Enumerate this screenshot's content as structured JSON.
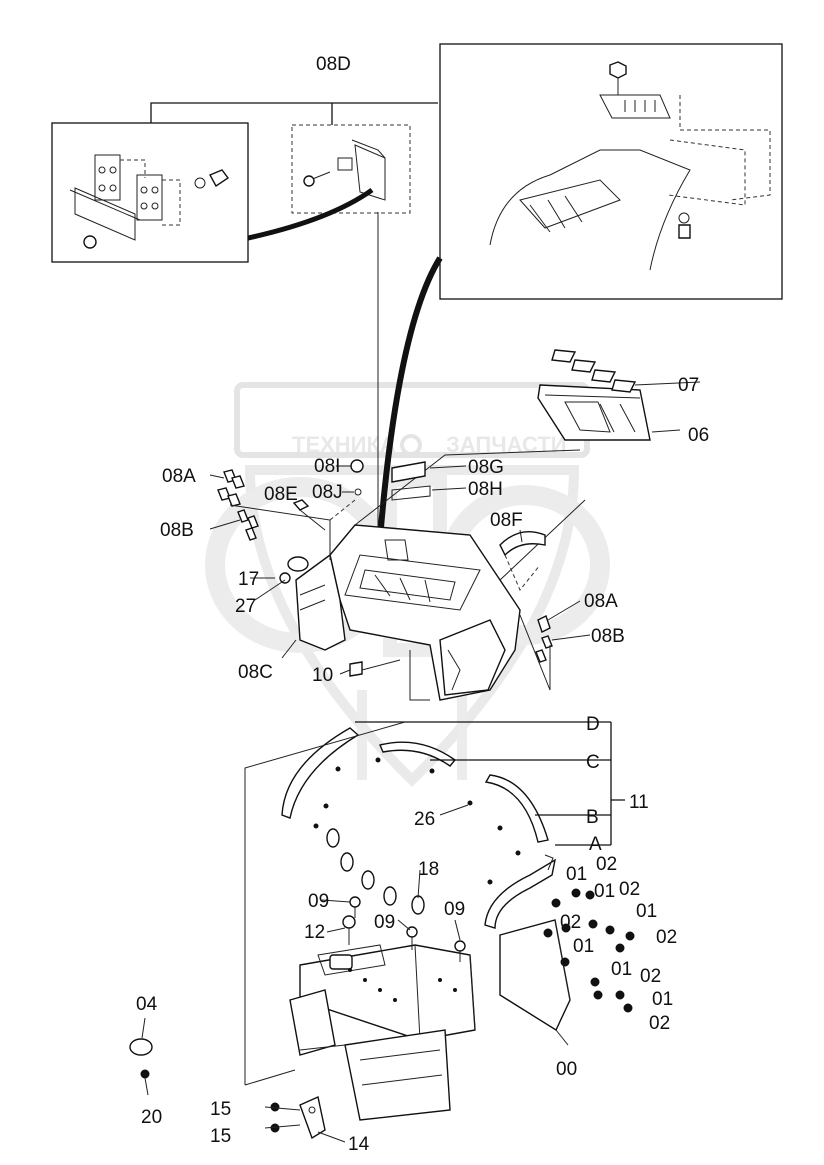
{
  "watermark": {
    "left": "ТЕХНИКА",
    "right": "ЗАПЧАСТИ"
  },
  "labels": {
    "08D": "08D",
    "07": "07",
    "06": "06",
    "08A_left": "08A",
    "08B_left": "08B",
    "08E": "08E",
    "08I": "08I",
    "08J": "08J",
    "08G": "08G",
    "08H": "08H",
    "08F": "08F",
    "17": "17",
    "27": "27",
    "08C": "08C",
    "10": "10",
    "08A_right": "08A",
    "08B_right": "08B",
    "D": "D",
    "C": "C",
    "B": "B",
    "A": "A",
    "11": "11",
    "26": "26",
    "18": "18",
    "09_a": "09",
    "09_b": "09",
    "09_c": "09",
    "12": "12",
    "04": "04",
    "20": "20",
    "15_a": "15",
    "15_b": "15",
    "14": "14",
    "00": "00",
    "r01_a": "01",
    "r02_a": "02",
    "r01_b": "01",
    "r02_b": "02",
    "r02_c": "02",
    "r01_c": "01",
    "r01_d": "01",
    "r02_d": "02",
    "r01_e": "01",
    "r02_e": "02",
    "r01_f": "01",
    "r02_f": "02"
  }
}
